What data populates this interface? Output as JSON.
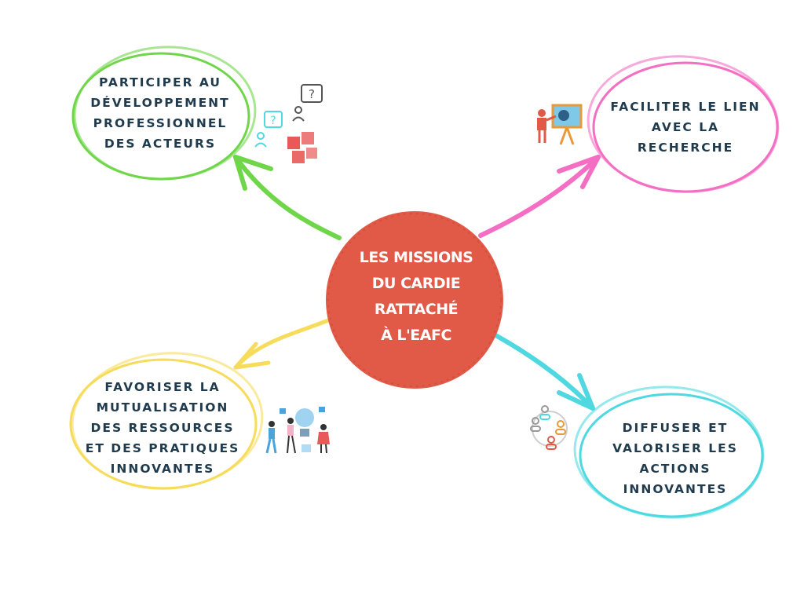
{
  "center": {
    "lines": [
      "LES MISSIONS",
      "DU CARDIE",
      "RATTACHÉ",
      "À L'EAFC"
    ],
    "color": "#e05a47"
  },
  "branches": [
    {
      "id": "top-left",
      "lines": [
        "PARTICIPER AU",
        "DÉVELOPPEMENT",
        "PROFESSIONNEL",
        "DES ACTEURS"
      ],
      "color": "#6fd64a",
      "icon": "people-question-puzzle-icon"
    },
    {
      "id": "top-right",
      "lines": [
        "FACILITER LE LIEN",
        "AVEC LA",
        "RECHERCHE"
      ],
      "color": "#f46ec3",
      "icon": "presenter-board-icon"
    },
    {
      "id": "bottom-left",
      "lines": [
        "FAVORISER LA",
        "MUTUALISATION",
        "DES RESSOURCES",
        "ET DES PRATIQUES",
        "INNOVANTES"
      ],
      "color": "#f6dc5a",
      "icon": "team-idea-lightbulb-icon"
    },
    {
      "id": "bottom-right",
      "lines": [
        "DIFFUSER ET",
        "VALORISER LES",
        "ACTIONS",
        "INNOVANTES"
      ],
      "color": "#4fd8e0",
      "icon": "network-people-icon"
    }
  ]
}
